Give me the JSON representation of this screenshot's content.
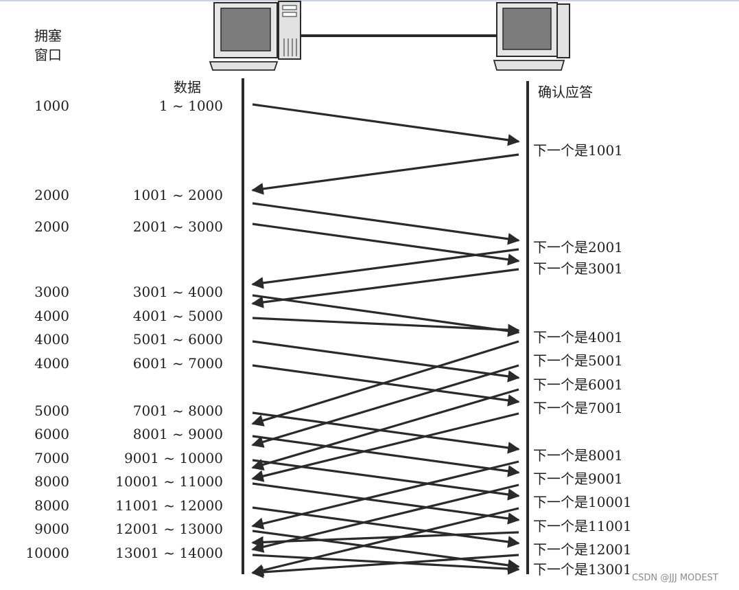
{
  "headers": {
    "cwnd_line1": "拥塞",
    "cwnd_line2": "窗口",
    "data": "数据",
    "ack": "确认应答"
  },
  "segments": [
    {
      "cwnd": "1000",
      "range": "1 ~ 1000"
    },
    {
      "cwnd": "2000",
      "range": "1001 ~ 2000"
    },
    {
      "cwnd": "2000",
      "range": "2001 ~ 3000"
    },
    {
      "cwnd": "3000",
      "range": "3001 ~ 4000"
    },
    {
      "cwnd": "4000",
      "range": "4001 ~ 5000"
    },
    {
      "cwnd": "4000",
      "range": "5001 ~ 6000"
    },
    {
      "cwnd": "4000",
      "range": "6001 ~ 7000"
    },
    {
      "cwnd": "5000",
      "range": "7001 ~ 8000"
    },
    {
      "cwnd": "6000",
      "range": "8001 ~ 9000"
    },
    {
      "cwnd": "7000",
      "range": "9001 ~ 10000"
    },
    {
      "cwnd": "8000",
      "range": "10001 ~ 11000"
    },
    {
      "cwnd": "8000",
      "range": "11001 ~ 12000"
    },
    {
      "cwnd": "9000",
      "range": "12001 ~ 13000"
    },
    {
      "cwnd": "10000",
      "range": "13001 ~ 14000"
    }
  ],
  "acks": [
    "下一个是1001",
    "下一个是2001",
    "下一个是3001",
    "下一个是4001",
    "下一个是5001",
    "下一个是6001",
    "下一个是7001",
    "下一个是8001",
    "下一个是9001",
    "下一个是10001",
    "下一个是11001",
    "下一个是12001",
    "下一个是13001"
  ],
  "watermark": "CSDN @JJJ MODEST",
  "colors": {
    "line": "#2a2a2a",
    "monitor_screen": "#7c7c7c",
    "case": "#e2e2e2"
  }
}
